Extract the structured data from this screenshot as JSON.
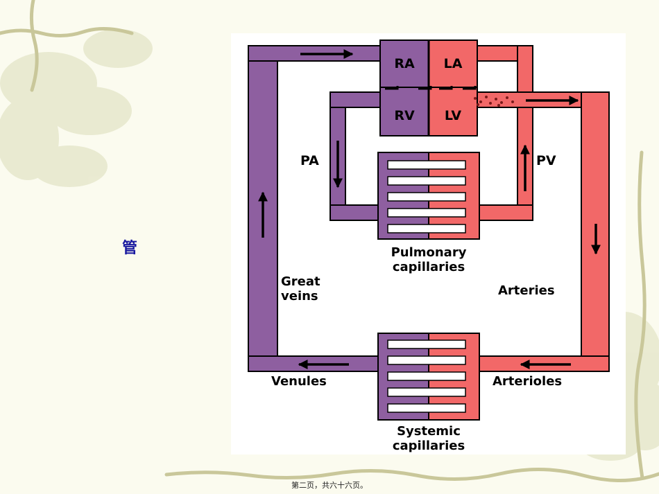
{
  "side_text": "管",
  "footer_text": "第二页，共六十六页。",
  "colors": {
    "venous": "#8e5fa0",
    "arterial": "#f26868",
    "outline": "#000000",
    "background": "#fbfbef"
  },
  "labels": {
    "ra": "RA",
    "la": "LA",
    "rv": "RV",
    "lv": "LV",
    "pa": "PA",
    "pv": "PV",
    "pulmonary_line1": "Pulmonary",
    "pulmonary_line2": "capillaries",
    "great_veins_line1": "Great",
    "great_veins_line2": "veins",
    "arteries": "Arteries",
    "venules": "Venules",
    "arterioles": "Arterioles",
    "systemic_line1": "Systemic",
    "systemic_line2": "capillaries"
  }
}
